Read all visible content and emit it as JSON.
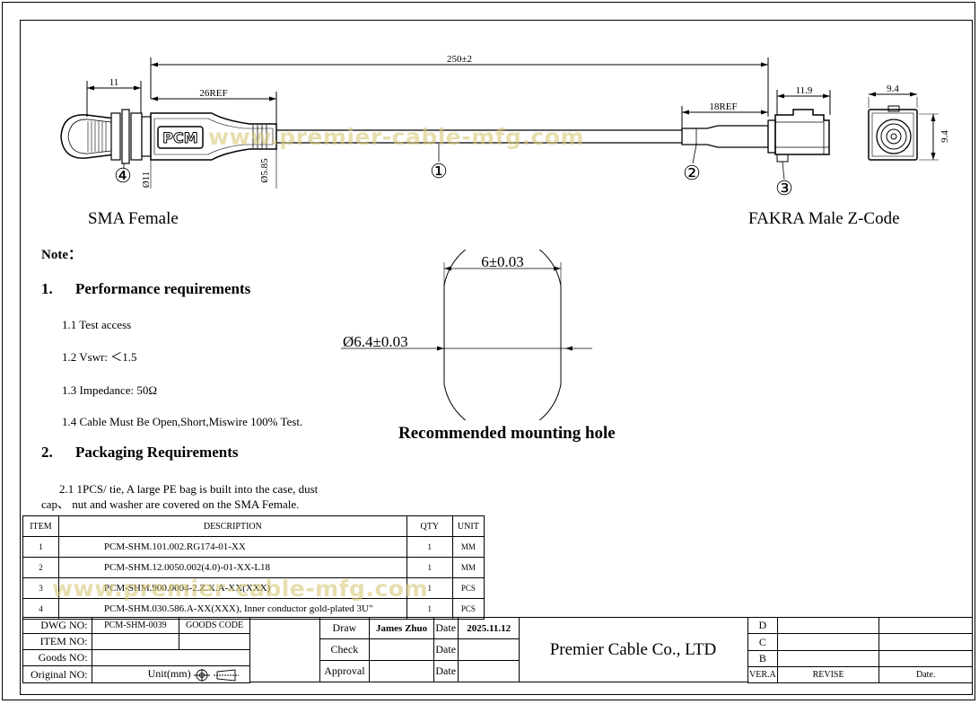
{
  "labels": {
    "left_connector": "SMA Female",
    "right_connector": "FAKRA Male Z-Code",
    "pcm_logo": "PCM"
  },
  "dimensions": {
    "overall": "250±2",
    "d11": "11",
    "ref26": "26REF",
    "ref18": "18REF",
    "d119": "11.9",
    "d94_top": "9.4",
    "d94_side": "9.4",
    "phi11": "Ø11",
    "phi585": "Ø5.85",
    "hole_width": "6±0.03",
    "hole_dia": "Ø6.4±0.03"
  },
  "balloons": [
    "①",
    "②",
    "③",
    "④"
  ],
  "watermark": "www.premier-cable-mfg.com",
  "notes": {
    "title": "Note：",
    "sec1_num": "1.",
    "sec1_title": "Performance requirements",
    "items1": [
      "1.1 Test access",
      "1.2 Vswr: ＜1.5",
      "1.3 Impedance: 50Ω",
      "1.4 Cable Must Be Open,Short,Miswire 100% Test."
    ],
    "sec2_num": "2.",
    "sec2_title": "Packaging Requirements",
    "item21_line1": "2.1 1PCS/ tie, A large PE bag is built into the case, dust",
    "item21_line2": "cap、 nut and washer are covered on the SMA Female."
  },
  "mounting_caption": "Recommended mounting hole",
  "bom": {
    "headers": [
      "ITEM",
      "DESCRIPTION",
      "QTY",
      "UNIT"
    ],
    "rows": [
      {
        "item": "1",
        "desc": "PCM-SHM.101.002.RG174-01-XX",
        "qty": "1",
        "unit": "MM"
      },
      {
        "item": "2",
        "desc": "PCM-SHM.12.0050.002(4.0)-01-XX-L18",
        "qty": "1",
        "unit": "MM"
      },
      {
        "item": "3",
        "desc": "PCM-SHM.900.0004-2.Z.X.A-XX(XXX)",
        "qty": "1",
        "unit": "PCS"
      },
      {
        "item": "4",
        "desc": "PCM-SHM.030.586.A-XX(XXX), Inner conductor gold-plated 3U\"",
        "qty": "1",
        "unit": "PCS"
      }
    ]
  },
  "title_block": {
    "dwg_no_label": "DWG NO:",
    "dwg_no": "PCM-SHM-0039",
    "goods_code_label": "GOODS CODE",
    "item_no_label": "ITEM NO:",
    "goods_no_label": "Goods NO:",
    "original_no_label": "Original NO:",
    "unit_label": "Unit(mm)",
    "draw_label": "Draw",
    "drawer": "James Zhuo",
    "date_label": "Date",
    "date": "2025.11.12",
    "check_label": "Check",
    "approval_label": "Approval",
    "company": "Premier Cable Co., LTD",
    "rev_d": "D",
    "rev_c": "C",
    "rev_b": "B",
    "ver_label": "VER.A",
    "revise_label": "REVISE",
    "date_col_label": "Date."
  }
}
